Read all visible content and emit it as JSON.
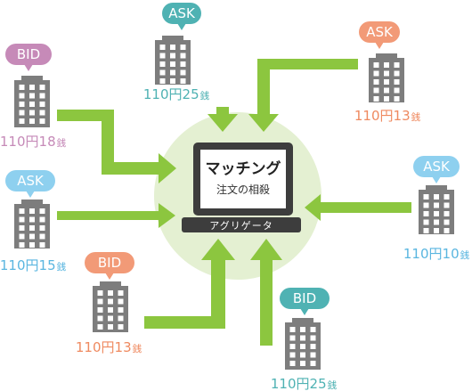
{
  "center": {
    "title": "マッチング",
    "subtitle": "注文の相殺",
    "label": "アグリゲータ"
  },
  "colors": {
    "arrow": "#8cc63f",
    "circle": "#e4f0d2",
    "building": "#7d7d7d",
    "ask_top": "#4fb2b3",
    "ask_light": "#8ed0ef",
    "ask_right": "#5ab6e0",
    "bid_pink": "#c68ab8",
    "bid_orange": "#f29a77",
    "bid_teal": "#4fb2b3",
    "laptop": "#3d3d3d"
  },
  "participants": [
    {
      "id": "ask-top",
      "type": "ASK",
      "price": "110円25",
      "unit": "銭",
      "bubble_color": "#4fb2b3",
      "price_color": "#4fb2b3"
    },
    {
      "id": "ask-top-right",
      "type": "ASK",
      "price": "110円13",
      "unit": "銭",
      "bubble_color": "#f29a77",
      "price_color": "#ef8a60"
    },
    {
      "id": "bid-top-left",
      "type": "BID",
      "price": "110円18",
      "unit": "銭",
      "bubble_color": "#c68ab8",
      "price_color": "#c68ab8"
    },
    {
      "id": "ask-left",
      "type": "ASK",
      "price": "110円15",
      "unit": "銭",
      "bubble_color": "#8ed0ef",
      "price_color": "#5ab6e0"
    },
    {
      "id": "ask-right",
      "type": "ASK",
      "price": "110円10",
      "unit": "銭",
      "bubble_color": "#8ed0ef",
      "price_color": "#5ab6e0"
    },
    {
      "id": "bid-bottom-left",
      "type": "BID",
      "price": "110円13",
      "unit": "銭",
      "bubble_color": "#f29a77",
      "price_color": "#ef8a60"
    },
    {
      "id": "bid-bottom-right",
      "type": "BID",
      "price": "110円25",
      "unit": "銭",
      "bubble_color": "#4fb2b3",
      "price_color": "#4fb2b3"
    }
  ]
}
